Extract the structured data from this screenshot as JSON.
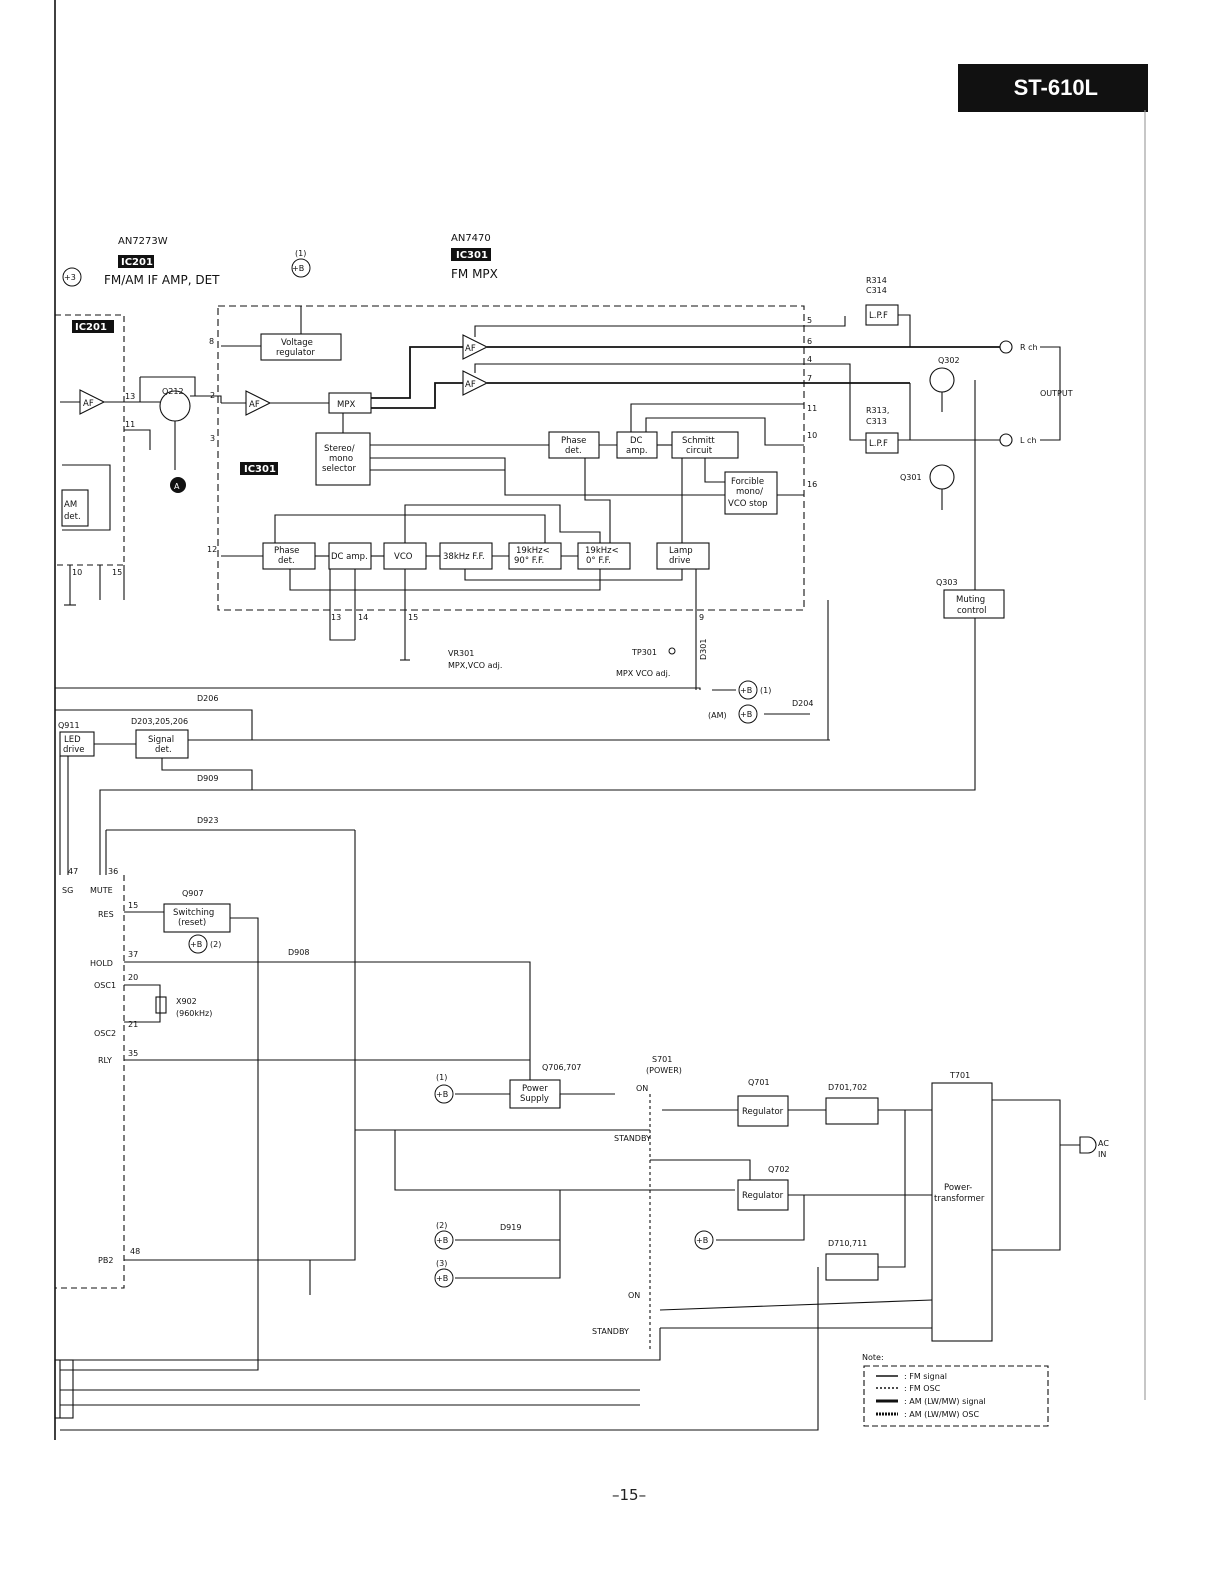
{
  "model": "ST-610L",
  "page_number": "–15–",
  "ics": {
    "ic201": {
      "part": "AN7273W",
      "chip": "IC201",
      "function": "FM/AM IF AMP, DET",
      "chip_inner": "IC201"
    },
    "ic301": {
      "part": "AN7470",
      "chip": "IC301",
      "function": "FM MPX",
      "chip_inner": "IC301"
    }
  },
  "blocks": {
    "voltage_regulator": [
      "Voltage",
      "regulator"
    ],
    "mpx": "MPX",
    "stereo_mono": [
      "Stereo/",
      "mono",
      "selector"
    ],
    "phase_det_top": [
      "Phase",
      "det."
    ],
    "dc_amp_top": [
      "DC",
      "amp."
    ],
    "schmitt": [
      "Schmitt",
      "circuit"
    ],
    "forcible": [
      "Forcible",
      "mono/",
      "VCO stop"
    ],
    "phase_det_bot": [
      "Phase",
      "det."
    ],
    "dc_amp_bot": "DC amp.",
    "vco": "VCO",
    "ff38": "38kHz F.F.",
    "ff19_90": [
      "19kHz<",
      "90° F.F."
    ],
    "ff19_0": [
      "19kHz<",
      "0° F.F."
    ],
    "lamp_drive": [
      "Lamp",
      "drive"
    ],
    "af": "AF",
    "lpf": "L.P.F",
    "muting_control": [
      "Muting",
      "control"
    ],
    "led_drive": [
      "LED",
      "drive"
    ],
    "signal_det": [
      "Signal",
      "det."
    ],
    "am_det": [
      "AM",
      "det."
    ],
    "switching": [
      "Switching",
      "(reset)"
    ],
    "power_supply": [
      "Power",
      "Supply"
    ],
    "regulator": "Regulator",
    "power_transformer": [
      "Power-",
      "transformer"
    ]
  },
  "labels": {
    "plus_b": "+B",
    "plus_b_1": "(1)",
    "plus_b_2": "(2)",
    "plus_b_3": "(3)",
    "plus_3": "+3",
    "am": "(AM)",
    "r314": "R314",
    "c314": "C314",
    "r313": "R313,",
    "c313": "C313",
    "q302": "Q302",
    "q301": "Q301",
    "q303": "Q303",
    "q212": "Q212",
    "q911": "Q911",
    "q907": "Q907",
    "q706": "Q706,707",
    "q701": "Q701",
    "q702": "Q702",
    "d206": "D206",
    "d204": "D204",
    "d203": "D203,205,206",
    "d909": "D909",
    "d923": "D923",
    "d908": "D908",
    "d919": "D919",
    "d701": "D701,702",
    "d710": "D710,711",
    "d301": "D301",
    "t701": "T701",
    "s701": [
      "S701",
      "(POWER)"
    ],
    "vr301": [
      "VR301",
      "MPX,VCO adj."
    ],
    "tp301": "TP301",
    "mpx_vco_adj": "MPX VCO adj.",
    "x902": [
      "X902",
      "(960kHz)"
    ],
    "r_ch": "R ch",
    "l_ch": "L ch",
    "output": "OUTPUT",
    "ac_in": [
      "AC",
      "IN"
    ],
    "on": "ON",
    "standby": "STANDBY",
    "marker_a": "A"
  },
  "pins_left": [
    "SG",
    "MUTE",
    "RES",
    "HOLD",
    "OSC1",
    "OSC2",
    "RLY",
    "PB2"
  ],
  "pin_numbers": {
    "p47": "47",
    "p36": "36",
    "p15": "15",
    "p37": "37",
    "p20": "20",
    "p21": "21",
    "p35": "35",
    "p48": "48",
    "ic_8": "8",
    "ic_2": "2",
    "ic_3": "3",
    "ic_12": "12",
    "ic_13": "13",
    "ic_14": "14",
    "ic_15": "15",
    "ic_9": "9",
    "ic_5": "5",
    "ic_6": "6",
    "ic_4": "4",
    "ic_7": "7",
    "ic_11": "11",
    "ic_10": "10",
    "ic_16": "16",
    "ic201_13": "13",
    "ic201_11": "11",
    "ic201_10": "10",
    "ic201_15": "15"
  },
  "note": {
    "title": "Note:",
    "items": [
      ": FM signal",
      ": FM OSC",
      ": AM (LW/MW) signal",
      ": AM (LW/MW) OSC"
    ]
  }
}
